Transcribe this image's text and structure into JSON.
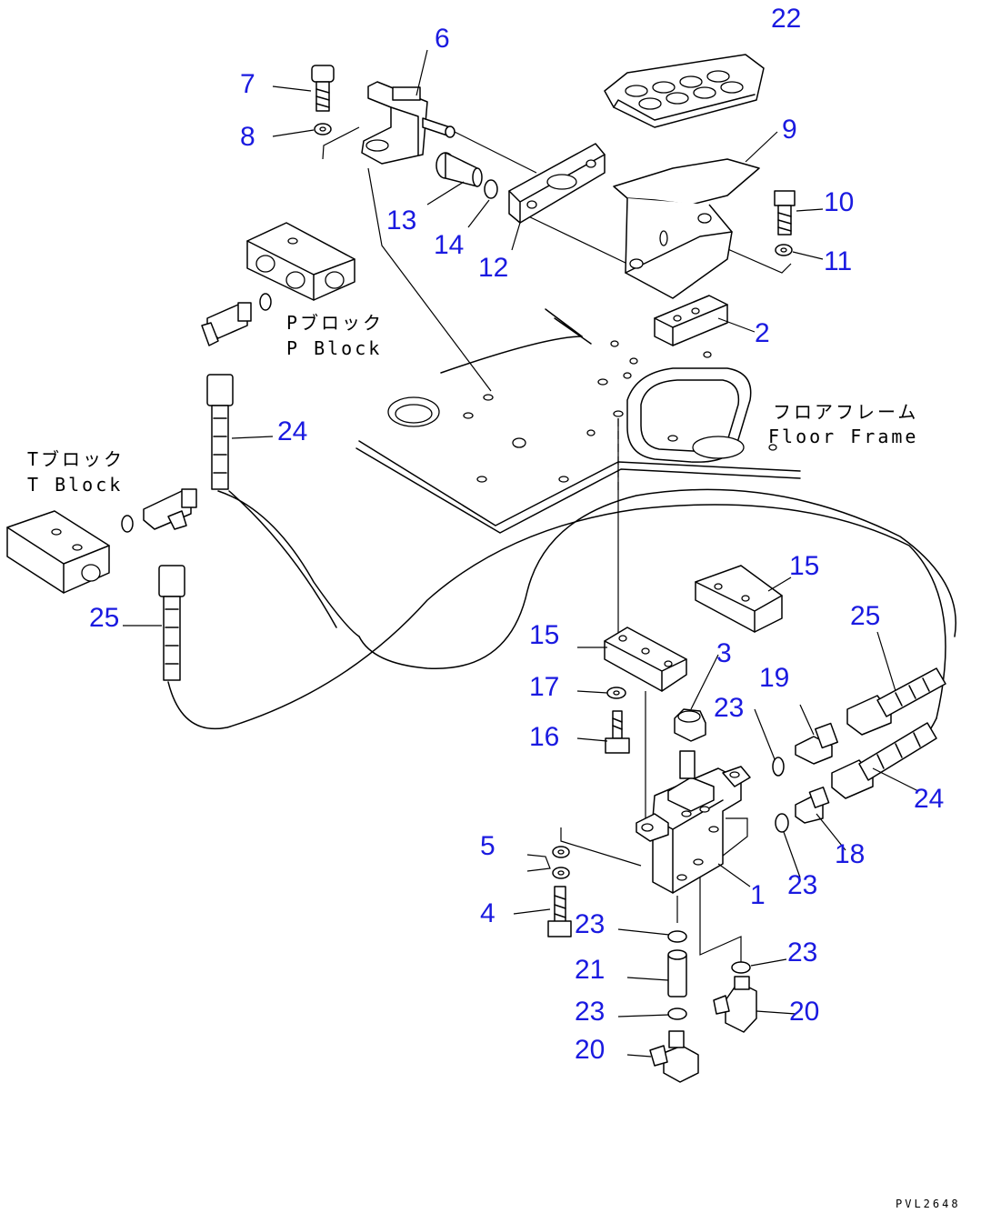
{
  "callouts": [
    {
      "id": "c6",
      "text": "6"
    },
    {
      "id": "c7",
      "text": "7"
    },
    {
      "id": "c8",
      "text": "8"
    },
    {
      "id": "c22",
      "text": "22"
    },
    {
      "id": "c9",
      "text": "9"
    },
    {
      "id": "c10",
      "text": "10"
    },
    {
      "id": "c11",
      "text": "11"
    },
    {
      "id": "c13",
      "text": "13"
    },
    {
      "id": "c14",
      "text": "14"
    },
    {
      "id": "c12",
      "text": "12"
    },
    {
      "id": "c2",
      "text": "2"
    },
    {
      "id": "c24a",
      "text": "24"
    },
    {
      "id": "c25a",
      "text": "25"
    },
    {
      "id": "c15a",
      "text": "15"
    },
    {
      "id": "c15b",
      "text": "15"
    },
    {
      "id": "c25b",
      "text": "25"
    },
    {
      "id": "c3",
      "text": "3"
    },
    {
      "id": "c23a",
      "text": "23"
    },
    {
      "id": "c19",
      "text": "19"
    },
    {
      "id": "c17",
      "text": "17"
    },
    {
      "id": "c16",
      "text": "16"
    },
    {
      "id": "c24b",
      "text": "24"
    },
    {
      "id": "c5",
      "text": "5"
    },
    {
      "id": "c18",
      "text": "18"
    },
    {
      "id": "c1",
      "text": "1"
    },
    {
      "id": "c23b",
      "text": "23"
    },
    {
      "id": "c4",
      "text": "4"
    },
    {
      "id": "c23c",
      "text": "23"
    },
    {
      "id": "c23d",
      "text": "23"
    },
    {
      "id": "c21",
      "text": "21"
    },
    {
      "id": "c23e",
      "text": "23"
    },
    {
      "id": "c20a",
      "text": "20"
    },
    {
      "id": "c20b",
      "text": "20"
    }
  ],
  "notes": {
    "p_block_jp": "Pブロック",
    "p_block_en": "P Block",
    "t_block_jp": "Tブロック",
    "t_block_en": "T Block",
    "floor_frame_jp": "フロアフレーム",
    "floor_frame_en": "Floor Frame"
  },
  "drawing_code": "PVL2648",
  "colors": {
    "callout": "#1a1ae0",
    "line": "#000000"
  }
}
